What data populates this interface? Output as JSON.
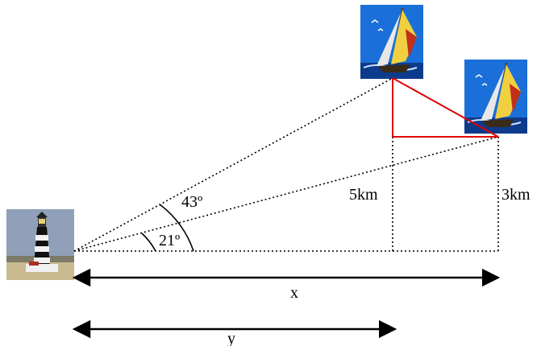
{
  "labels": {
    "angle_large": "43º",
    "angle_small": "21º",
    "height_left": "5km",
    "height_right": "3km",
    "distance_x": "x",
    "distance_y": "y"
  },
  "colors": {
    "line": "#000000",
    "triangle": "#e00000",
    "sky": "#1b6fd8",
    "sea": "#0d3b8c"
  },
  "icons": [
    "lighthouse-icon",
    "sailboat-icon"
  ]
}
